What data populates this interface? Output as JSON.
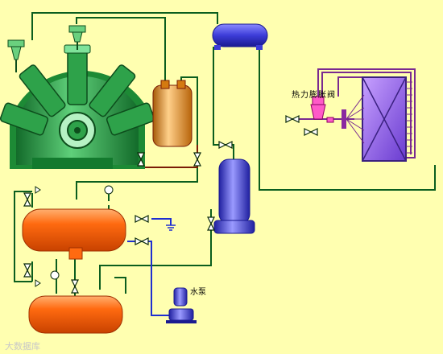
{
  "labels": {
    "expansion_valve": "热力膨胀阀",
    "water_pump": "水泵"
  },
  "watermark": "大数据库",
  "colors": {
    "background": "#ffffb0",
    "pipe_green": "#0b5e1e",
    "pipe_brown": "#7a1c05",
    "pipe_blue": "#1f2fd0",
    "pipe_purple": "#7a2a90",
    "compressor": "#2ea24a",
    "oil_separator": "#d47a10",
    "receiver": "#ff6a10",
    "vessel_blue": "#3c3cd8"
  }
}
